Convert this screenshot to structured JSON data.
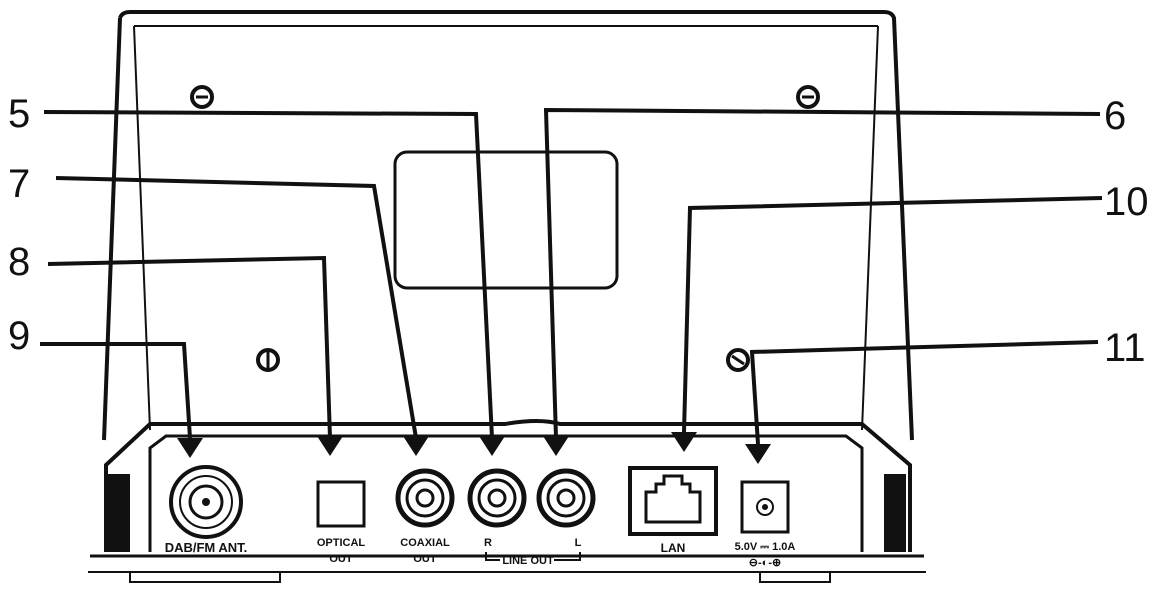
{
  "callouts": {
    "n5": "5",
    "n6": "6",
    "n7": "7",
    "n8": "8",
    "n9": "9",
    "n10": "10",
    "n11": "11"
  },
  "ports": {
    "dab_fm_ant": "DAB/FM ANT.",
    "optical_1": "OPTICAL",
    "optical_2": "OUT",
    "coaxial_1": "COAXIAL",
    "coaxial_2": "OUT",
    "line_r": "R",
    "line_l": "L",
    "line_out": "LINE OUT",
    "lan": "LAN",
    "power_rating": "5.0V ⎓ 1.0A",
    "polarity_symbol": "⊖-◐-⊕"
  },
  "colors": {
    "ink": "#111111",
    "background": "#ffffff"
  },
  "icons": [
    "screw-icon",
    "arrowhead-icon",
    "rj45-jack-icon",
    "bnc-connector-icon",
    "rca-jack-icon",
    "dc-jack-icon"
  ]
}
